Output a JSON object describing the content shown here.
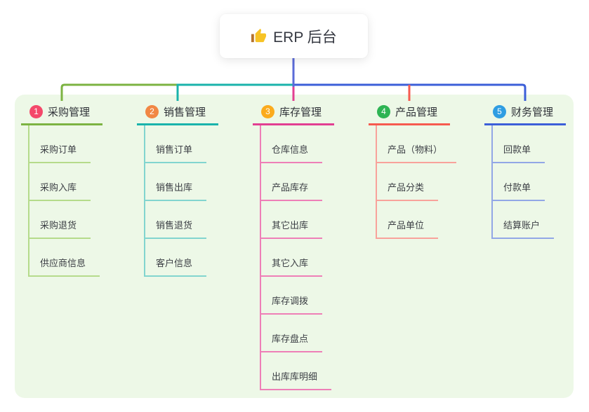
{
  "root": {
    "label": "ERP 后台",
    "icon": "thumbs-up-icon"
  },
  "colors": {
    "page_bg": "#ffffff",
    "panel_bg": "#edf8e7",
    "root_line": "#5b6bd8",
    "card_text": "#353841",
    "title_text": "#2f3238",
    "child_text": "#3c3f45",
    "icon_hand": "#f7c325",
    "icon_cuff": "#b5722d"
  },
  "branches": [
    {
      "badge": "1",
      "label": "采购管理",
      "badge_color": "#f4486a",
      "line_color": "#7cb342",
      "child_line_color": "#b5db8b",
      "children": [
        "采购订单",
        "采购入库",
        "采购退货",
        "供应商信息"
      ]
    },
    {
      "badge": "2",
      "label": "销售管理",
      "badge_color": "#f18744",
      "line_color": "#1ab3ab",
      "child_line_color": "#82d5cf",
      "children": [
        "销售订单",
        "销售出库",
        "销售退货",
        "客户信息"
      ]
    },
    {
      "badge": "3",
      "label": "库存管理",
      "badge_color": "#fbab1d",
      "line_color": "#e23f92",
      "child_line_color": "#ee7fb7",
      "children": [
        "仓库信息",
        "产品库存",
        "其它出库",
        "其它入库",
        "库存调拨",
        "库存盘点",
        "出库库明细"
      ]
    },
    {
      "badge": "4",
      "label": "产品管理",
      "badge_color": "#2eb454",
      "line_color": "#f65a4f",
      "child_line_color": "#f8a29b",
      "children": [
        "产品（物料）",
        "产品分类",
        "产品单位"
      ]
    },
    {
      "badge": "5",
      "label": "财务管理",
      "badge_color": "#2f9de2",
      "line_color": "#3c5fd8",
      "child_line_color": "#92a7e6",
      "children": [
        "回款单",
        "付款单",
        "结算账户"
      ]
    }
  ]
}
